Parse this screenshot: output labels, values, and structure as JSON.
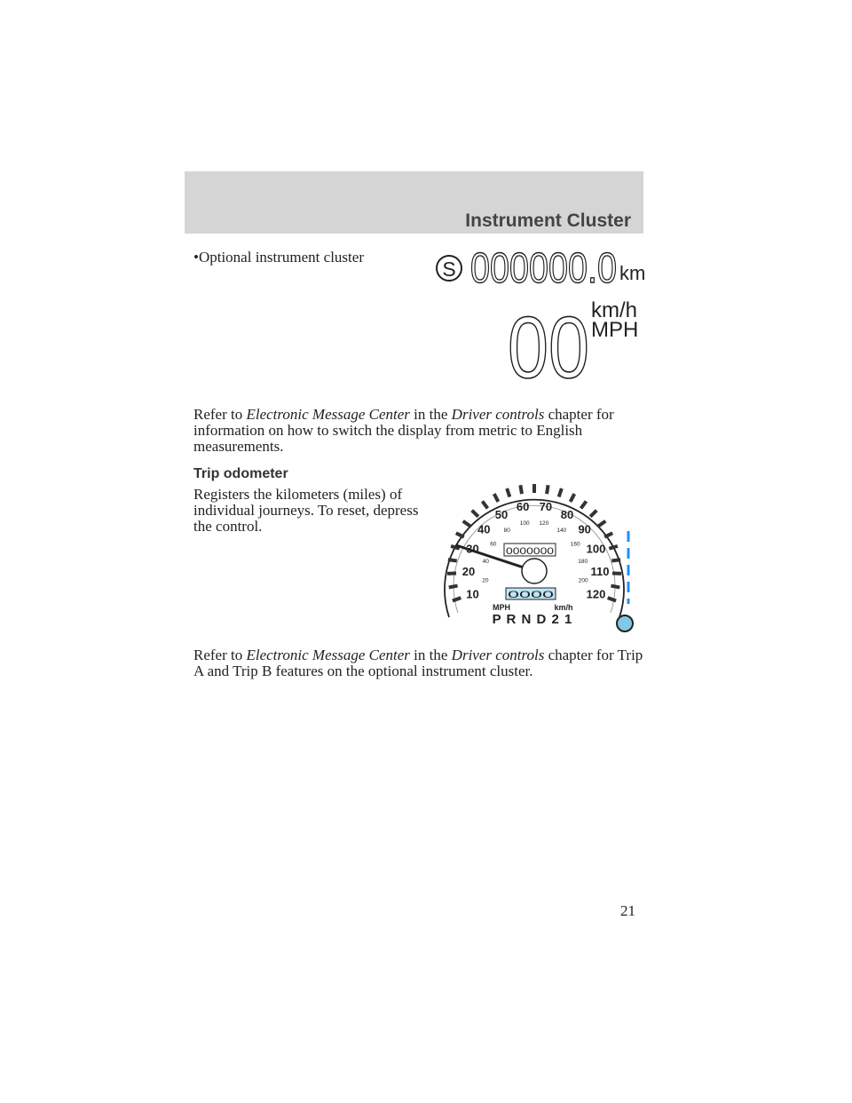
{
  "header": {
    "title": "Instrument Cluster"
  },
  "bullet": {
    "symbol": "•",
    "text": "Optional instrument cluster"
  },
  "odometer_display": {
    "indicator": "S",
    "reading": "000000.0",
    "unit": "km",
    "speed_value": "00",
    "speed_unit_metric": "km/h",
    "speed_unit_english": "MPH"
  },
  "para1": {
    "part1": "Refer to ",
    "link1": "Electronic Message Center",
    "part2": " in the ",
    "link2": "Driver controls",
    "part3": " chapter for information on how to switch the display from metric to English measurements."
  },
  "trip_heading": "Trip odometer",
  "para2": "Registers the kilometers (miles) of individual journeys. To reset, depress the control.",
  "speedometer": {
    "mph_labels": [
      "10",
      "20",
      "30",
      "40",
      "50",
      "60",
      "70",
      "80",
      "90",
      "100",
      "110",
      "120"
    ],
    "kmh_labels": [
      "20",
      "40",
      "60",
      "80",
      "100",
      "120",
      "140",
      "160",
      "180",
      "200"
    ],
    "odometer": "0000000",
    "trip": "0000",
    "unit_mph": "MPH",
    "unit_kmh": "km/h",
    "gears": "P R N D 2 1"
  },
  "para3": {
    "part1": "Refer to ",
    "link1": "Electronic Message Center",
    "part2": " in the ",
    "link2": "Driver controls",
    "part3": " chapter for Trip A and Trip B features on the optional instrument cluster."
  },
  "page_number": "21",
  "colors": {
    "header_band": "#d5d5d5",
    "arrow": "#1e90ff",
    "trip_reset_button": "#7fc8e8",
    "trip_display": "#bfe4f5"
  }
}
